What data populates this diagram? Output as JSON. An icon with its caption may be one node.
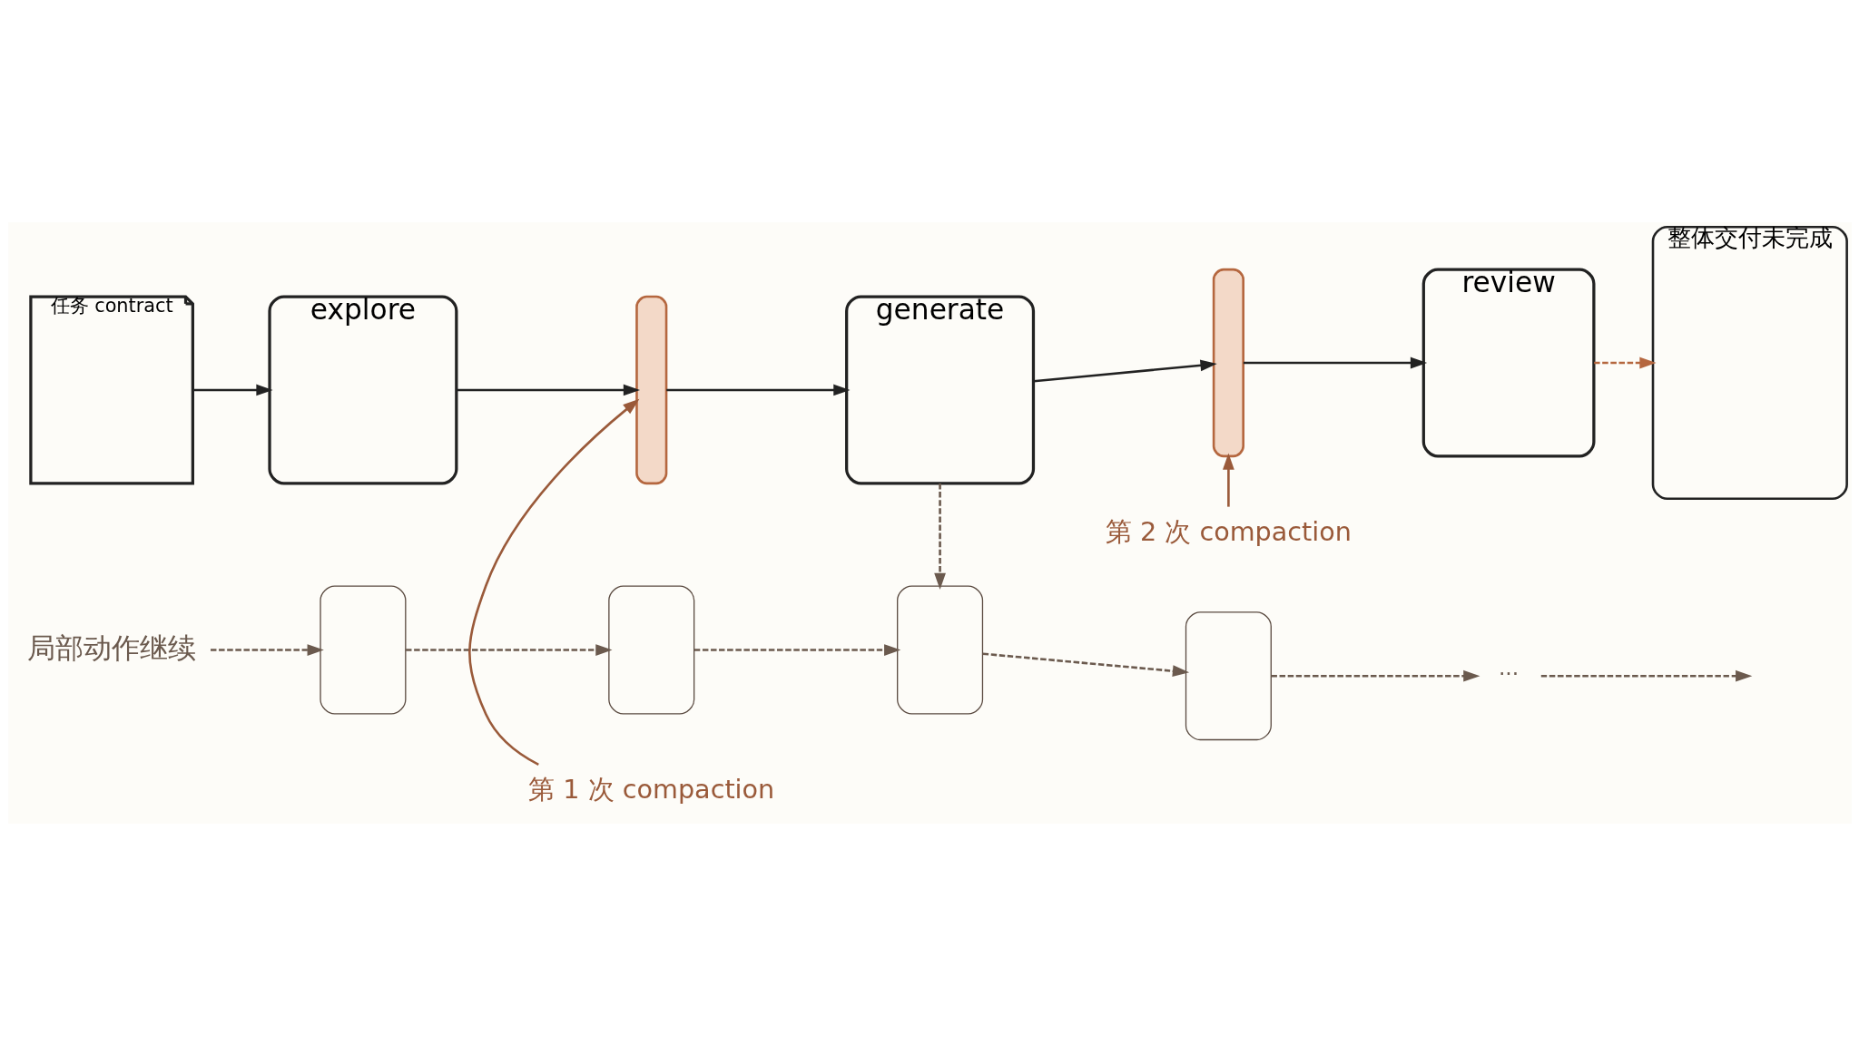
{
  "diagram": {
    "nodes": [
      {
        "text": [
          "任务 contract"
        ]
      },
      {
        "text": [
          "explore"
        ]
      },
      {
        "text": [],
        "shape": "bar"
      },
      {
        "text": [
          "generate"
        ]
      },
      {
        "text": [],
        "shape": "bar"
      },
      {
        "text": [
          "review"
        ]
      },
      {
        "text": [
          "整体交付未完成"
        ]
      },
      {
        "text": [
          "局部动作继续"
        ]
      },
      {
        "text": [],
        "shape": "box"
      },
      {
        "text": [],
        "shape": "box"
      },
      {
        "text": [],
        "shape": "box"
      },
      {
        "text": [],
        "shape": "box"
      },
      {
        "text": [
          "···"
        ]
      },
      {
        "text": [
          "第 1 次 compaction"
        ]
      },
      {
        "text": [
          "第 2 次 compaction"
        ]
      }
    ],
    "edges": [
      {
        "from": 0,
        "to": 1,
        "arrow": "to"
      },
      {
        "from": 1,
        "to": 2,
        "arrow": "to"
      },
      {
        "from": 2,
        "to": 3,
        "arrow": "to"
      },
      {
        "from": 3,
        "to": 4,
        "arrow": "to"
      },
      {
        "from": 4,
        "to": 5,
        "arrow": "to"
      },
      {
        "from": 5,
        "to": 6,
        "arrow": "to",
        "style": "dashed",
        "color": "#b5673f"
      },
      {
        "from": 3,
        "to": 10,
        "arrow": "to",
        "style": "dashed",
        "color": "#6b5a4e"
      },
      {
        "from": 7,
        "to": 8,
        "arrow": "to",
        "style": "dashed",
        "color": "#6b5a4e"
      },
      {
        "from": 8,
        "to": 9,
        "arrow": "to",
        "style": "dashed",
        "color": "#6b5a4e"
      },
      {
        "from": 9,
        "to": 10,
        "arrow": "to",
        "style": "dashed",
        "color": "#6b5a4e"
      },
      {
        "from": 10,
        "to": 11,
        "arrow": "to",
        "style": "dashed",
        "color": "#6b5a4e"
      },
      {
        "from": 11,
        "to": 12,
        "arrow": "to",
        "style": "dashed",
        "color": "#6b5a4e"
      },
      {
        "from": 12,
        "to": null,
        "arrow": "to",
        "style": "dashed",
        "color": "#6b5a4e"
      },
      {
        "from": 13,
        "to": 2,
        "arrow": "to",
        "color": "#9a5a3a"
      },
      {
        "from": 14,
        "to": 4,
        "arrow": "to",
        "color": "#9a5a3a"
      }
    ]
  }
}
